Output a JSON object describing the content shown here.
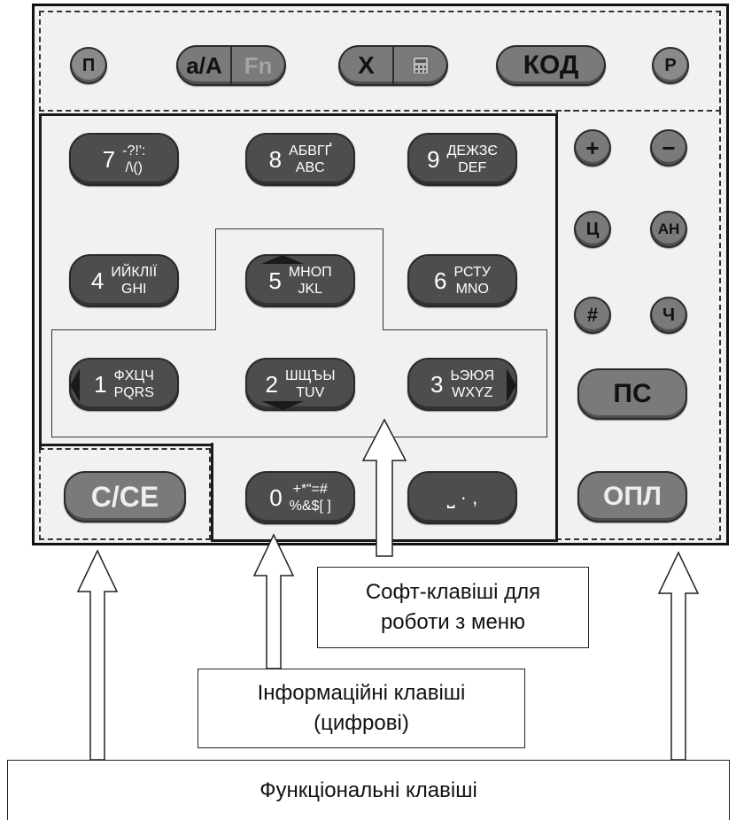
{
  "top_keys": {
    "p": "П",
    "aA": "а/А",
    "fn": "Fn",
    "x": "Х",
    "kod": "КОД",
    "r": "Р"
  },
  "side_keys": {
    "plus": "+",
    "minus": "−",
    "ts": "Ц",
    "an": "АН",
    "hash": "#",
    "ch": "Ч",
    "ps": "ПС",
    "opl": "ОПЛ"
  },
  "numpad": [
    {
      "digit": "7",
      "line1": "-?!':",
      "line2": "/\\()"
    },
    {
      "digit": "8",
      "line1": "АБВГҐ",
      "line2": "ABC"
    },
    {
      "digit": "9",
      "line1": "ДЕЖЗЄ",
      "line2": "DEF"
    },
    {
      "digit": "4",
      "line1": "ИЙКЛІЇ",
      "line2": "GHI"
    },
    {
      "digit": "5",
      "line1": "МНОП",
      "line2": "JKL"
    },
    {
      "digit": "6",
      "line1": "РСТУ",
      "line2": "MNO"
    },
    {
      "digit": "1",
      "line1": "ФХЦЧ",
      "line2": "PQRS"
    },
    {
      "digit": "2",
      "line1": "ШЩЪЫ",
      "line2": "TUV"
    },
    {
      "digit": "3",
      "line1": "ЬЭЮЯ",
      "line2": "WXYZ"
    },
    {
      "digit": "0",
      "line1": "+*“=#",
      "line2": "%&$[ ]"
    }
  ],
  "bottom_keys": {
    "cce": "С/СЕ",
    "space": "⎵ · ,"
  },
  "labels": {
    "soft_line1": "Софт-клавіші для",
    "soft_line2": "роботи з меню",
    "info_line1": "Інформаційні клавіші",
    "info_line2": "(цифрові)",
    "functional": "Функціональні клавіші"
  },
  "colors": {
    "key_dark": "#4d4d4d",
    "key_light": "#7a7a7a",
    "panel_bg": "#f1f1f1"
  }
}
